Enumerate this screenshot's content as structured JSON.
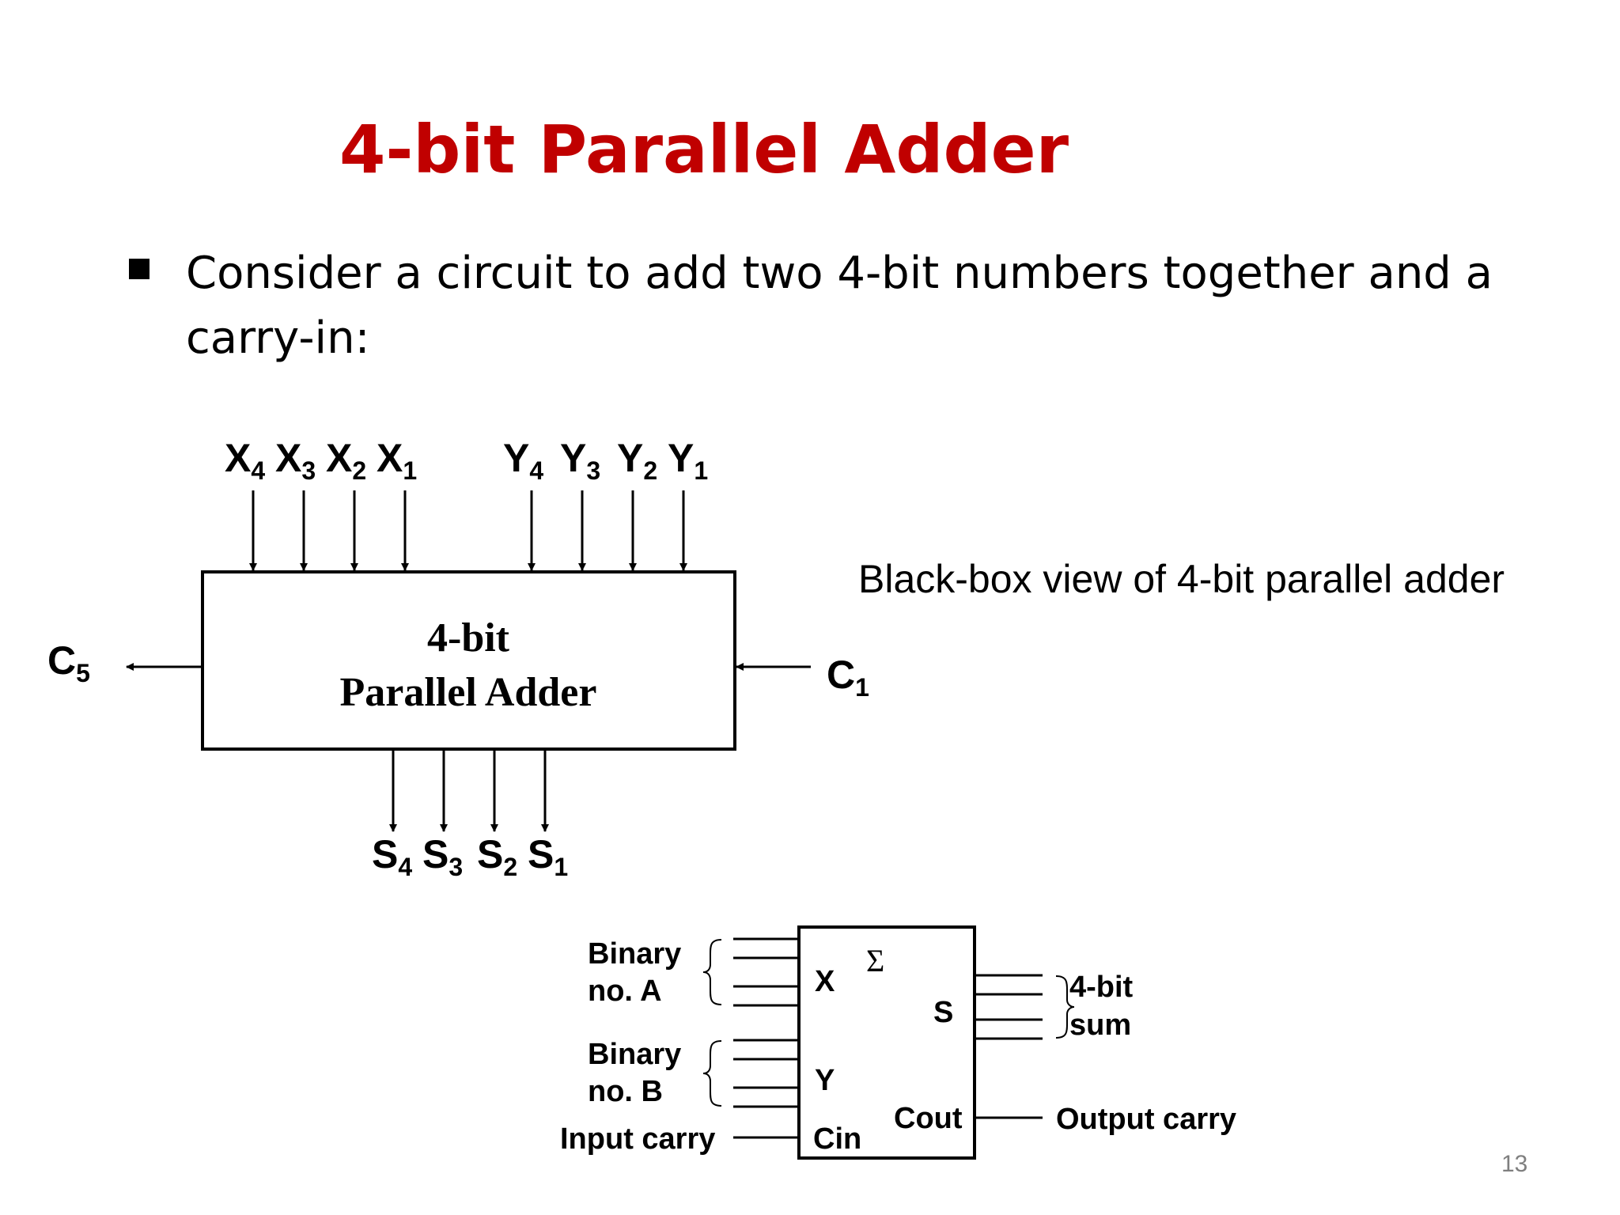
{
  "slide": {
    "title": "4-bit Parallel Adder",
    "bullet": "Consider a circuit to add two 4-bit numbers together and a carry-in:",
    "caption": "Black-box view of 4-bit parallel adder",
    "slide_number": "13"
  },
  "blackbox": {
    "box_line1": "4-bit",
    "box_line2": "Parallel Adder",
    "x_inputs": [
      {
        "base": "X",
        "sub": "4"
      },
      {
        "base": "X",
        "sub": "3"
      },
      {
        "base": "X",
        "sub": "2"
      },
      {
        "base": "X",
        "sub": "1"
      }
    ],
    "y_inputs": [
      {
        "base": "Y",
        "sub": "4"
      },
      {
        "base": "Y",
        "sub": "3"
      },
      {
        "base": "Y",
        "sub": "2"
      },
      {
        "base": "Y",
        "sub": "1"
      }
    ],
    "sum_outputs": [
      {
        "base": "S",
        "sub": "4"
      },
      {
        "base": "S",
        "sub": "3"
      },
      {
        "base": "S",
        "sub": "2"
      },
      {
        "base": "S",
        "sub": "1"
      }
    ],
    "carry_out": {
      "base": "C",
      "sub": "5"
    },
    "carry_in": {
      "base": "C",
      "sub": "1"
    }
  },
  "symbol": {
    "sigma": "Σ",
    "port_x": "X",
    "port_y": "Y",
    "port_s": "S",
    "port_cout": "Cout",
    "port_cin": "Cin",
    "label_a_line1": "Binary",
    "label_a_line2": "no. A",
    "label_b_line1": "Binary",
    "label_b_line2": "no. B",
    "label_input_carry": "Input carry",
    "label_sum_line1": "4-bit",
    "label_sum_line2": "sum",
    "label_output_carry": "Output carry"
  }
}
